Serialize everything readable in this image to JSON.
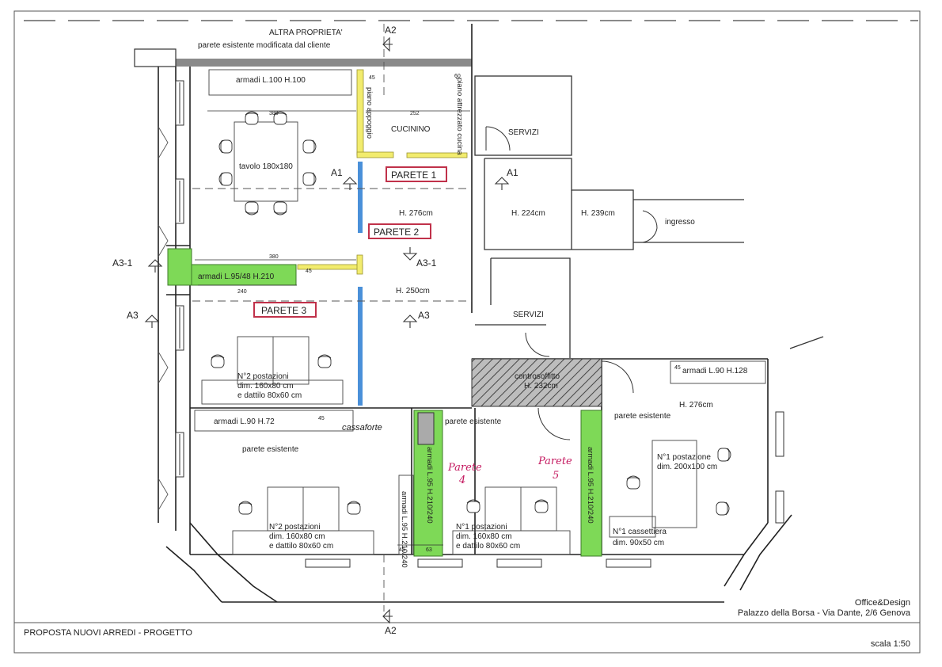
{
  "plan": {
    "top_notes": {
      "altra_proprieta": "ALTRA PROPRIETA'",
      "parete_modificata": "parete esistente modificata dal cliente"
    },
    "section_marks": {
      "a2": "A2",
      "a1": "A1",
      "a3_1": "A3-1",
      "a3": "A3"
    },
    "rooms": {
      "cucinino": "CUCININO",
      "servizi": "SERVIZI",
      "ingresso": "ingresso",
      "tavolo": "tavolo 180x180",
      "controsoffitto": "controsoffitto",
      "controsoffitto_h": "H. 232cm"
    },
    "heights": {
      "h276": "H. 276cm",
      "h224": "H. 224cm",
      "h239": "H. 239cm",
      "h250": "H. 250cm"
    },
    "furniture": {
      "armadi_100": "armadi L.100 H.100",
      "piano_appoggio": "piano appoggio",
      "piano_attrezzato": "piano attrezzato cucina",
      "armadi_95_48": "armadi L.95/48 H.210",
      "armadi_90_72": "armadi L.90 H.72",
      "armadi_90_128": "armadi L.90 H.128",
      "armadi_95_210": "armadi L.95 H.210/240",
      "cassaforte": "cassaforte",
      "parete_esistente": "parete esistente",
      "postazioni2_title": "N°2 postazioni",
      "postazioni2_dim": "dim. 160x80 cm",
      "postazioni2_dattilo": "e dattilo 80x60 cm",
      "postazioni1_title": "N°1 postazioni",
      "postazione1_title": "N°1 postazione",
      "postazione1_dim": "dim. 200x100 cm",
      "cassettiera_title": "N°1 cassettiera",
      "cassettiera_dim": "dim. 90x50 cm"
    },
    "walls": {
      "parete1": "PARETE 1",
      "parete2": "PARETE 2",
      "parete3": "PARETE 3",
      "parete4_a": "Parete",
      "parete4_b": "4",
      "parete5_a": "Parete",
      "parete5_b": "5"
    },
    "dimensions": {
      "d45": "45",
      "d60": "60",
      "d380": "380",
      "d252": "252",
      "d240": "240",
      "d63": "63"
    },
    "footer": {
      "company": "Office&Design",
      "address": "Palazzo della Borsa - Via Dante, 2/6 Genova",
      "title": "PROPOSTA NUOVI ARREDI - PROGETTO",
      "scale": "scala 1:50"
    },
    "colors": {
      "yellow": "#f2ec6e",
      "green": "#7ed957",
      "blue": "#4a90d9",
      "handwriting": "#c4185f",
      "grey_wall": "#8a8a8a"
    }
  }
}
